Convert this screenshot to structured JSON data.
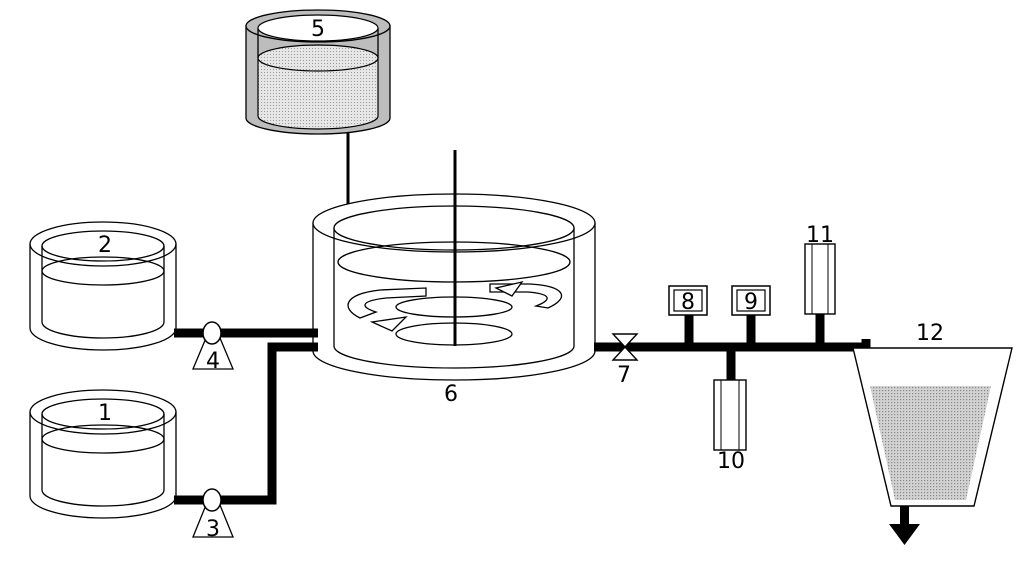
{
  "diagram": {
    "labels": {
      "tank1": "1",
      "tank2": "2",
      "pump3": "3",
      "pump4": "4",
      "tank5": "5",
      "reactor6": "6",
      "valve7": "7",
      "sensor8": "8",
      "sensor9": "9",
      "sensor10": "10",
      "sensor11": "11",
      "settler12": "12"
    },
    "colors": {
      "line": "#000000",
      "liquid_fill": "#d8d8d8",
      "tank5_shell": "#bdbdbd",
      "settler_sludge": "#c8c8c8"
    },
    "icons": {
      "pump": "peristaltic-pump-icon",
      "valve": "butterfly-valve-icon",
      "outlet": "down-arrow-icon"
    }
  }
}
